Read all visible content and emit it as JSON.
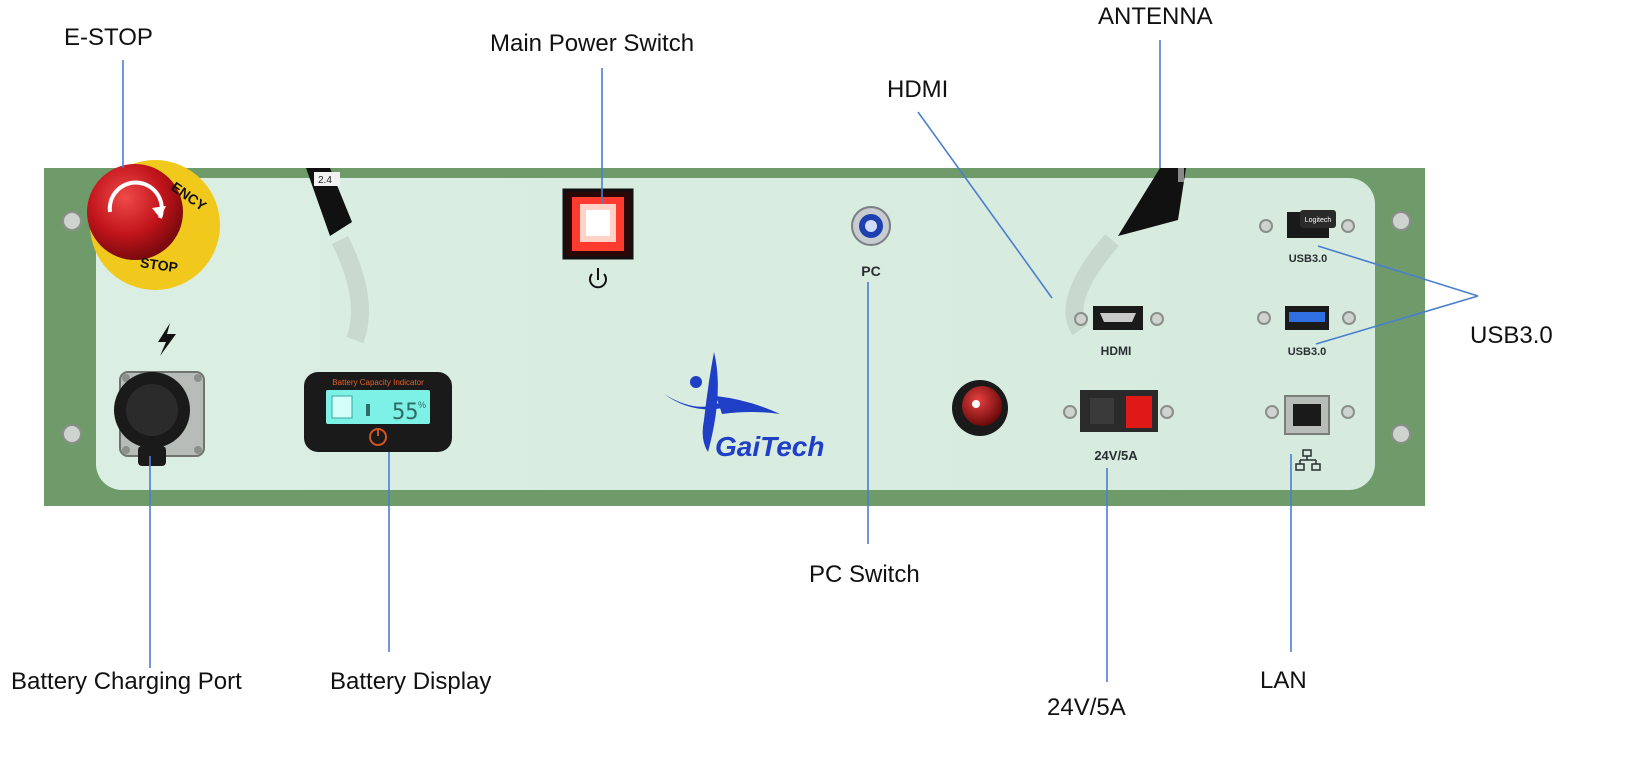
{
  "callouts": {
    "estop": "E-STOP",
    "main_power": "Main Power Switch",
    "antenna": "ANTENNA",
    "hdmi": "HDMI",
    "usb": "USB3.0",
    "charging_port": "Battery Charging Port",
    "battery_display": "Battery Display",
    "pc_switch": "PC Switch",
    "lan": "LAN",
    "power_out": "24V/5A"
  },
  "panel": {
    "pc_label": "PC",
    "hdmi_label": "HDMI",
    "usb_top_label": "USB3.0",
    "usb_bottom_label": "USB3.0",
    "power_out_label": "24V/5A",
    "brand": "GaiTech",
    "estop_ring_top": "ENCY",
    "estop_ring_bottom": "STOP",
    "antenna_tag": "2.4",
    "usb_dongle_brand": "Logitech",
    "battery_percent": "55",
    "battery_percent_unit": "%",
    "battery_title": "Battery Capacity Indicator"
  },
  "colors": {
    "frame_green": "#6f9a6a",
    "panel_face": "#d9ebe0",
    "leader_blue": "#4a7fd0",
    "estop_red": "#c0141a",
    "estop_yellow": "#f1c81c",
    "brand_blue": "#1f3fc7",
    "lcd_cyan": "#7ef1e6"
  }
}
